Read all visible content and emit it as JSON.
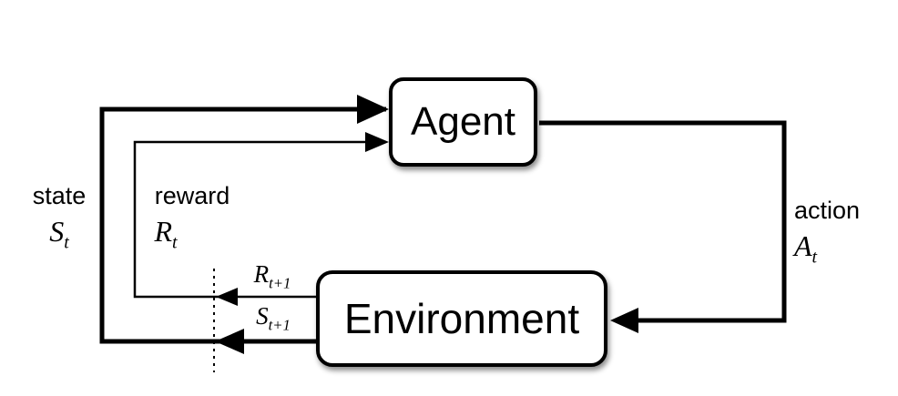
{
  "nodes": {
    "agent": "Agent",
    "environment": "Environment"
  },
  "labels": {
    "state": "state",
    "reward": "reward",
    "action": "action",
    "state_symbol": {
      "base": "S",
      "sub": "t"
    },
    "reward_symbol": {
      "base": "R",
      "sub": "t"
    },
    "action_symbol": {
      "base": "A",
      "sub": "t"
    },
    "next_reward_symbol": {
      "base": "R",
      "sub": "t+1"
    },
    "next_state_symbol": {
      "base": "S",
      "sub": "t+1"
    }
  },
  "colors": {
    "ink": "#000000",
    "background": "#ffffff",
    "node_fill": "#ffffff"
  }
}
